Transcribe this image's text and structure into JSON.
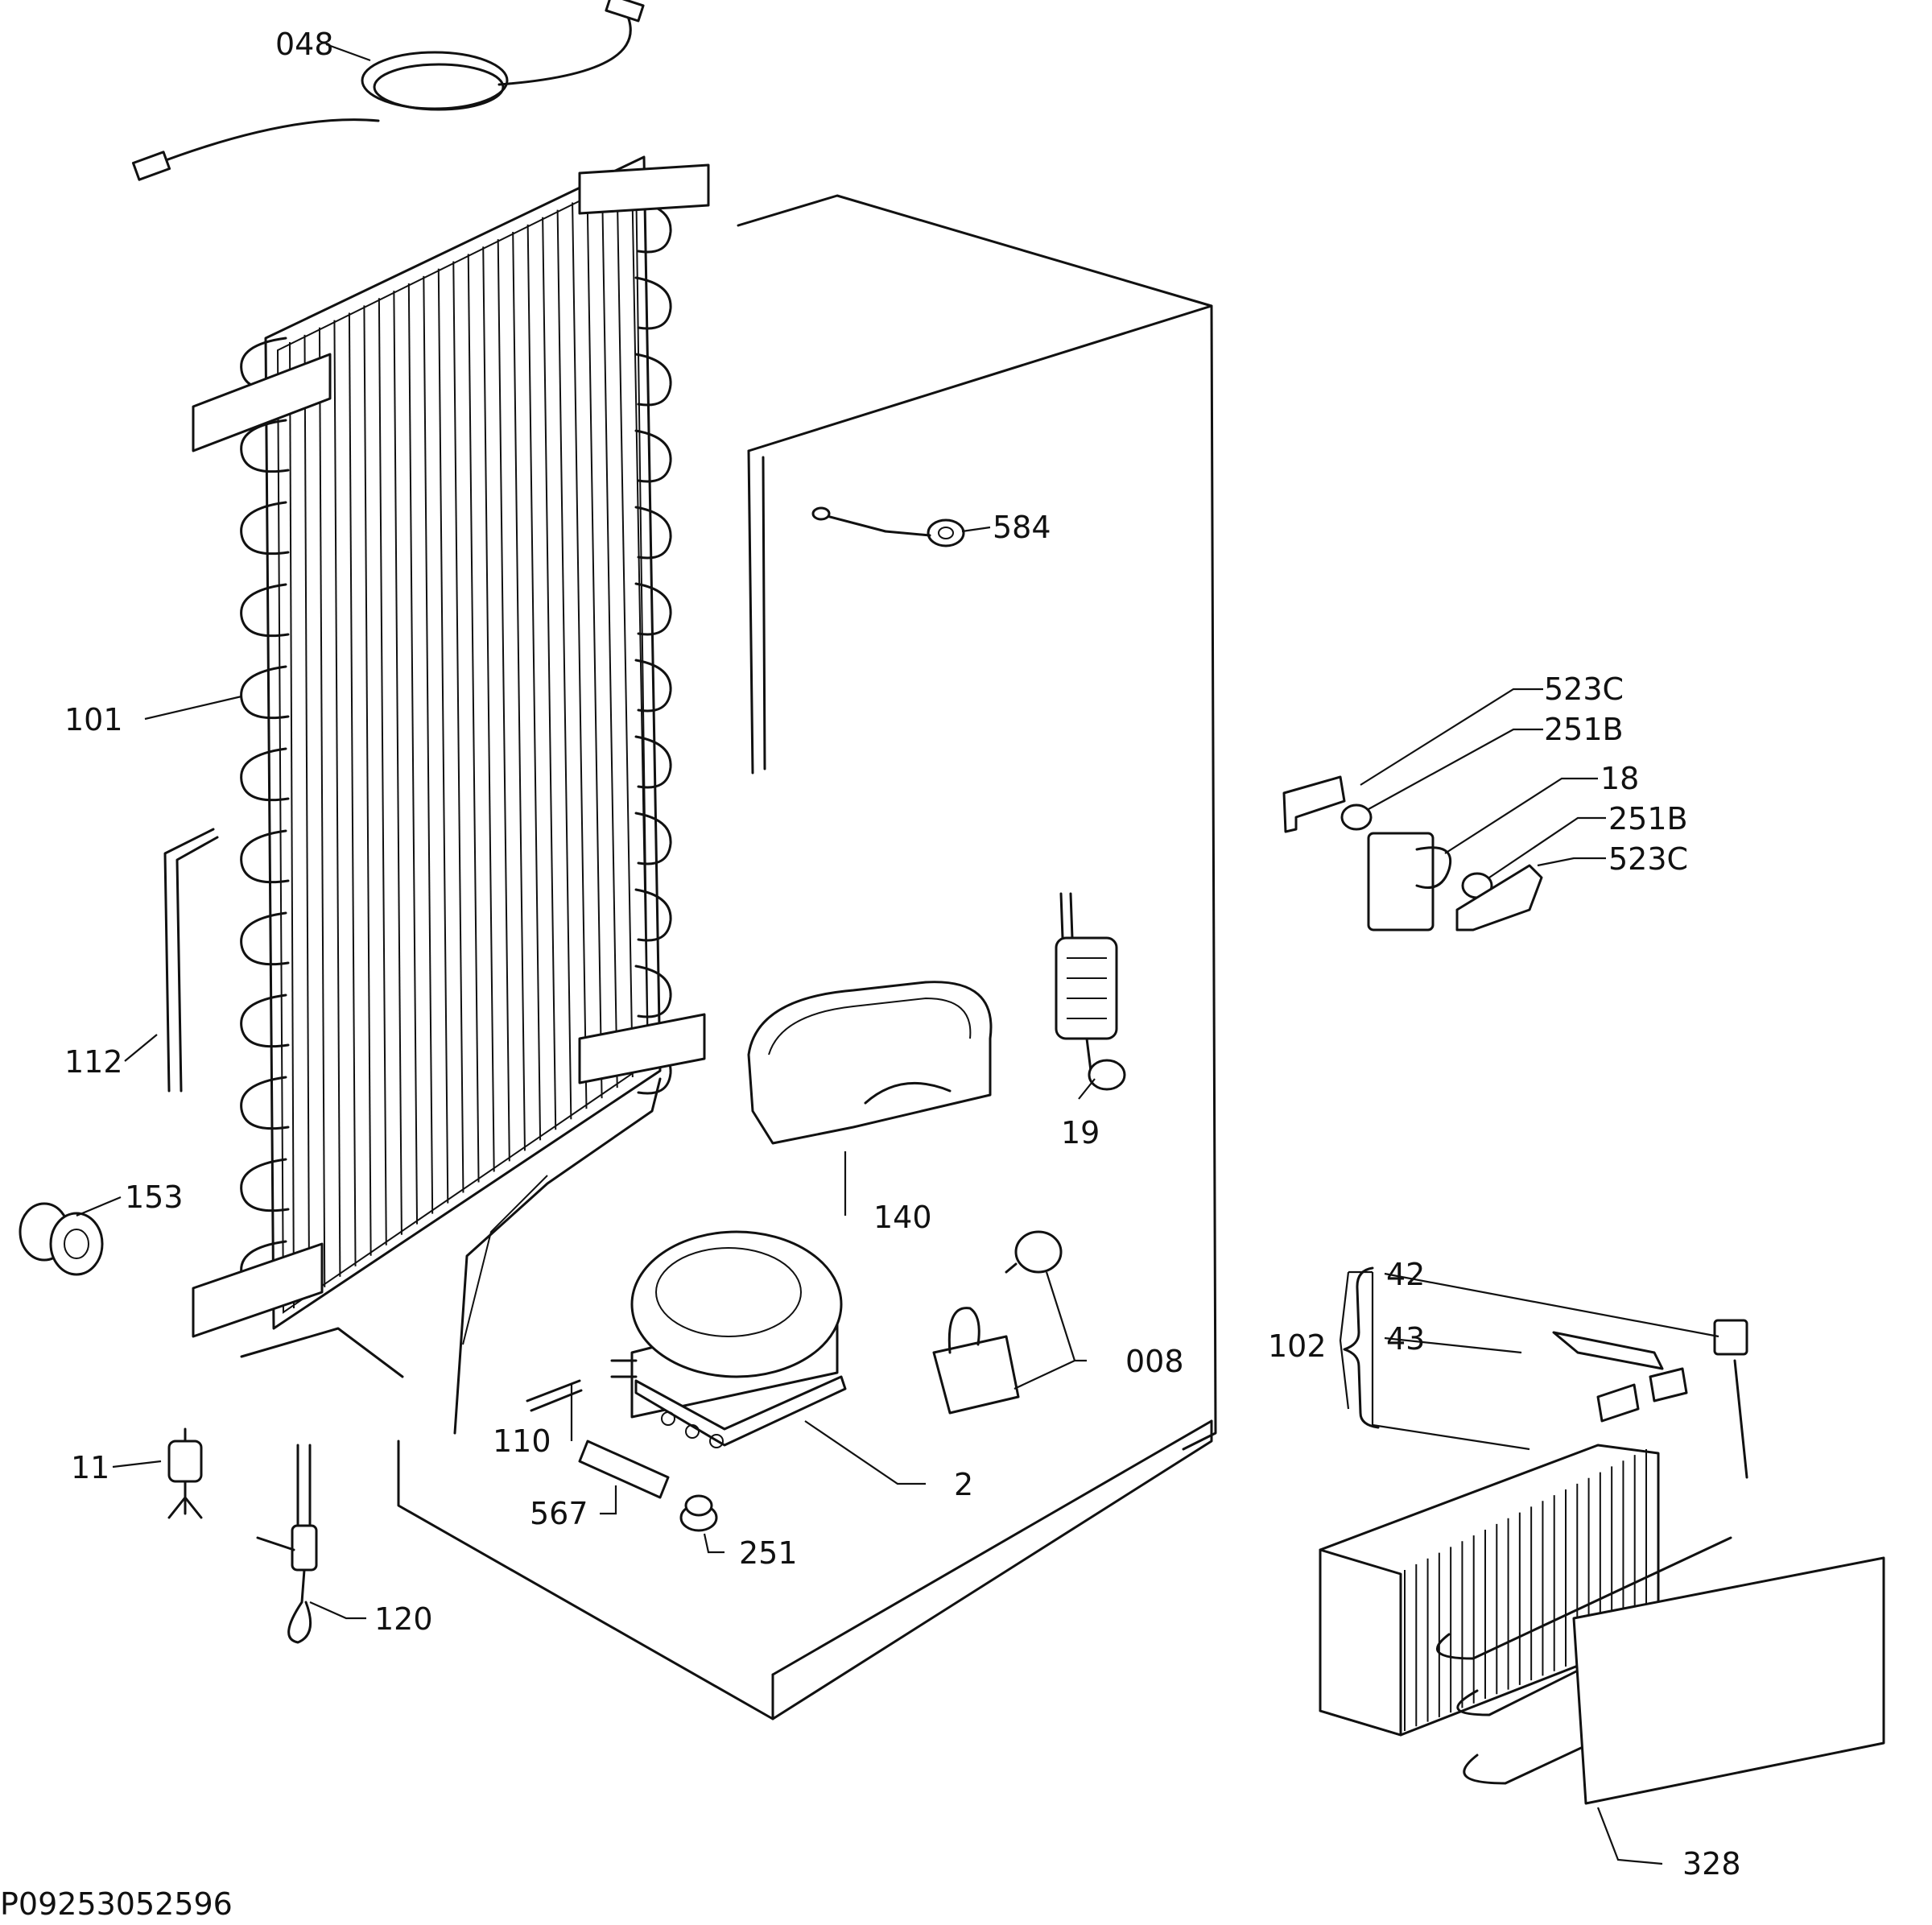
{
  "labels": {
    "p048": "048",
    "p584": "584",
    "p101": "101",
    "p523c_a": "523C",
    "p251b_a": "251B",
    "p18": "18",
    "p251b_b": "251B",
    "p523c_b": "523C",
    "p112": "112",
    "p19": "19",
    "p153": "153",
    "p140": "140",
    "p008": "008",
    "p102": "102",
    "p42": "42",
    "p43": "43",
    "p11": "11",
    "p110": "110",
    "p2": "2",
    "p567": "567",
    "p251": "251",
    "p120": "120",
    "p328": "328"
  },
  "document_code": "P09253052596"
}
